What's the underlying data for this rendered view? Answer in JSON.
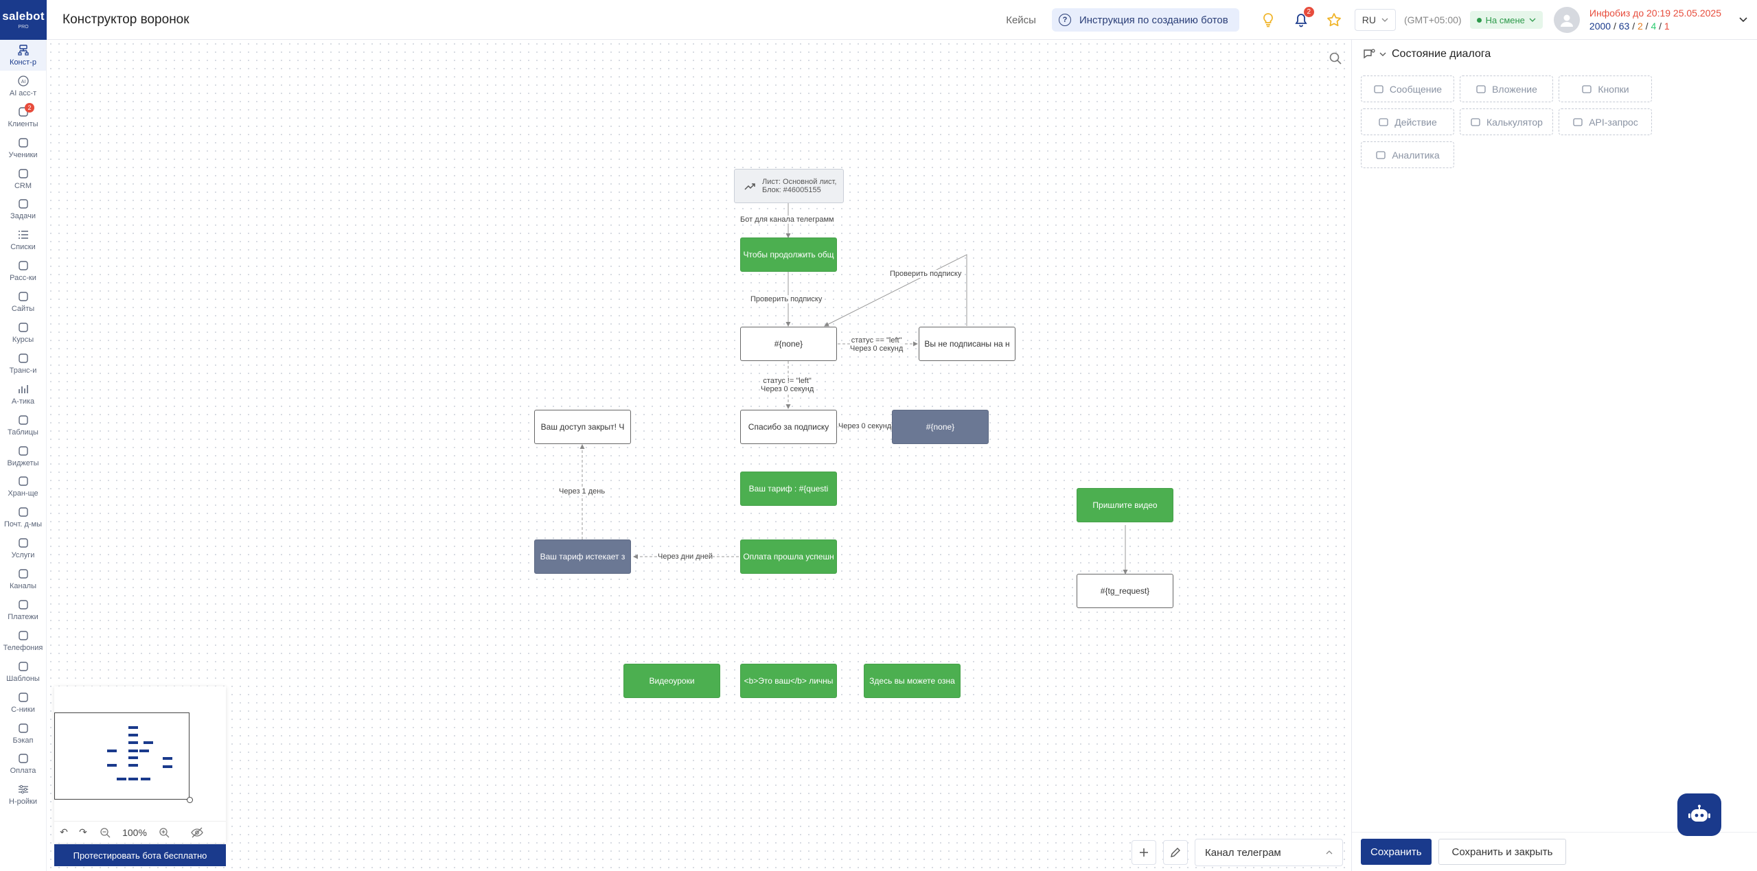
{
  "app": {
    "logo": "salebot",
    "logo_sub": "PRO",
    "page_title": "Конструктор воронок"
  },
  "topbar": {
    "cases": "Кейсы",
    "instruction": "Инструкция по созданию ботов",
    "notifications_count": "2",
    "lang": "RU",
    "timezone": "(GMT+05:00)",
    "status": "На смене",
    "plan_line1": "Инфобиз до 20:19 25.05.2025",
    "plan_a": "2000",
    "plan_b": "63",
    "plan_c": "2",
    "plan_d": "4",
    "plan_e": "1"
  },
  "sidebar": {
    "items": [
      {
        "label": "Конст-р",
        "icon": "constructor-icon"
      },
      {
        "label": "AI асс-т",
        "icon": "ai-icon"
      },
      {
        "label": "Клиенты",
        "icon": "clients-icon",
        "badge": "2"
      },
      {
        "label": "Ученики",
        "icon": "students-icon"
      },
      {
        "label": "CRM",
        "icon": "crm-icon"
      },
      {
        "label": "Задачи",
        "icon": "tasks-icon"
      },
      {
        "label": "Списки",
        "icon": "lists-icon"
      },
      {
        "label": "Расс-ки",
        "icon": "mailing-icon"
      },
      {
        "label": "Сайты",
        "icon": "sites-icon"
      },
      {
        "label": "Курсы",
        "icon": "courses-icon"
      },
      {
        "label": "Транс-и",
        "icon": "broadcast-icon"
      },
      {
        "label": "А-тика",
        "icon": "analytics-icon"
      },
      {
        "label": "Таблицы",
        "icon": "tables-icon"
      },
      {
        "label": "Виджеты",
        "icon": "widgets-icon"
      },
      {
        "label": "Хран-ще",
        "icon": "storage-icon"
      },
      {
        "label": "Почт. д-мы",
        "icon": "mail-domains-icon"
      },
      {
        "label": "Услуги",
        "icon": "services-icon"
      },
      {
        "label": "Каналы",
        "icon": "channels-icon"
      },
      {
        "label": "Платежи",
        "icon": "payments-icon"
      },
      {
        "label": "Телефония",
        "icon": "telephony-icon"
      },
      {
        "label": "Шаблоны",
        "icon": "templates-icon"
      },
      {
        "label": "С-ники",
        "icon": "directories-icon"
      },
      {
        "label": "Бэкап",
        "icon": "backup-icon"
      },
      {
        "label": "Оплата",
        "icon": "billing-icon"
      },
      {
        "label": "Н-ройки",
        "icon": "settings-icon"
      }
    ]
  },
  "canvas": {
    "nodes": {
      "ref_line1": "Лист: Основной лист,",
      "ref_line2": "Блок: #46005155",
      "n_continue": "Чтобы продолжить общ",
      "n_none1": "#{none}",
      "n_not_subscribed": "Вы не подписаны на н",
      "n_access_closed": "Ваш доступ закрыт! Ч",
      "n_thanks": "Спасибо за подписку",
      "n_none2": "#{none}",
      "n_tariff": "Ваш тариф : #{questi",
      "n_send_video": "Пришлите видео",
      "n_tariff_expires": "Ваш тариф истекает з",
      "n_payment_ok": "Оплата прошла успешн",
      "n_tg_request": "#{tg_request}",
      "n_videolessons": "Видеоуроки",
      "n_personal": "<b>Это ваш</b> личны",
      "n_here": "Здесь вы можете озна"
    },
    "edges": {
      "e_bot_channel": "Бот для канала телеграмм",
      "e_check_sub1": "Проверить подписку",
      "e_check_sub2": "Проверить подписку",
      "e_left_1": "статус == \"left\"",
      "e_left_2": "Через 0 секунд",
      "e_notleft_1": "статус != \"left\"",
      "e_notleft_2": "Через 0 секунд",
      "e_zero_sec": "Через 0 секунд",
      "e_one_day": "Через 1 день",
      "e_days": "Через дни дней"
    }
  },
  "minimap": {
    "zoom": "100%",
    "test_button": "Протестировать бота бесплатно"
  },
  "bottom": {
    "channel": "Канал телеграм"
  },
  "right_panel": {
    "title": "Состояние диалога",
    "blocks": [
      {
        "label": "Сообщение",
        "icon": "message-icon"
      },
      {
        "label": "Вложение",
        "icon": "attachment-icon"
      },
      {
        "label": "Кнопки",
        "icon": "buttons-icon"
      },
      {
        "label": "Действие",
        "icon": "action-icon"
      },
      {
        "label": "Калькулятор",
        "icon": "calculator-icon"
      },
      {
        "label": "API-запрос",
        "icon": "api-icon"
      },
      {
        "label": "Аналитика",
        "icon": "analytics-icon"
      }
    ],
    "save": "Сохранить",
    "save_close": "Сохранить и закрыть"
  }
}
